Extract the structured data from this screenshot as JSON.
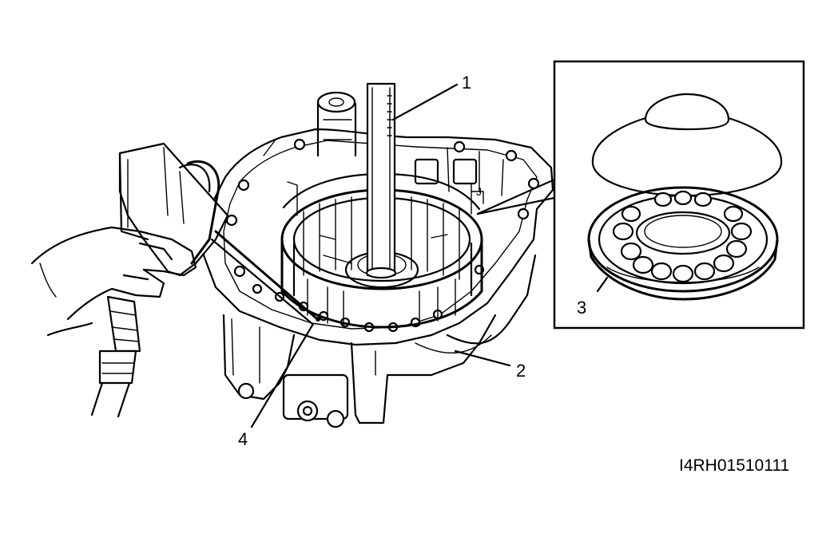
{
  "callouts": {
    "c1": "1",
    "c2": "2",
    "c3": "3",
    "c4": "4"
  },
  "figure_code": "I4RH01510111",
  "colors": {
    "ink": "#000000",
    "paper": "#ffffff"
  }
}
